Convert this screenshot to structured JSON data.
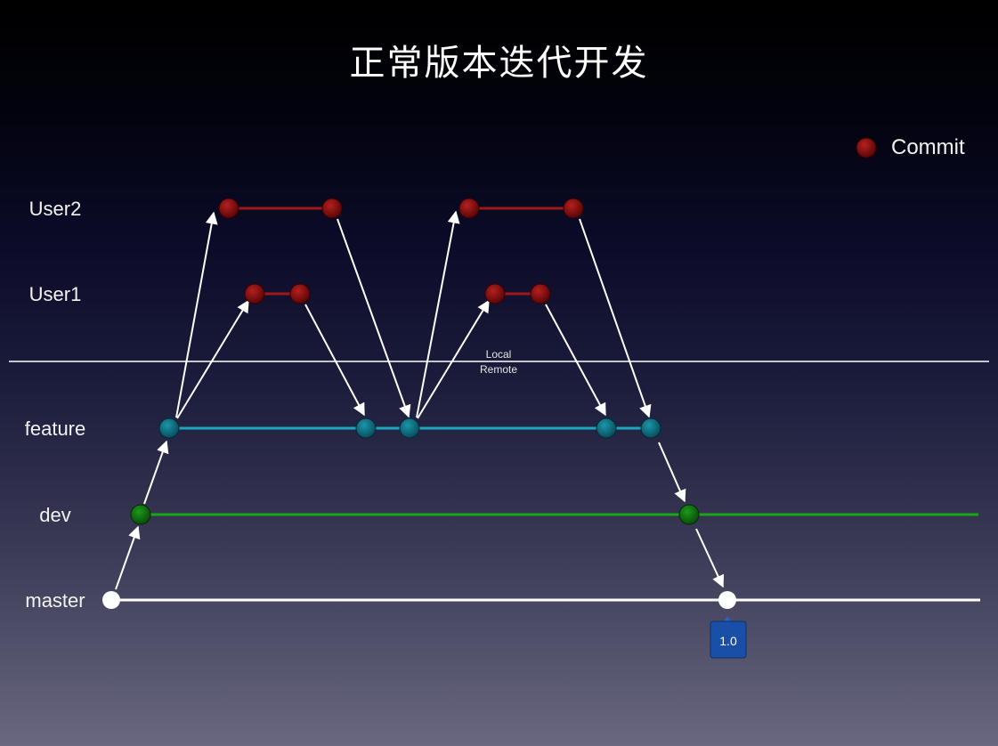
{
  "title": "正常版本迭代开发",
  "legend": {
    "label": "Commit",
    "color": "#7a0b0b"
  },
  "lanes": [
    {
      "id": "user2",
      "label": "User2",
      "color": "#7a0b0b",
      "line": "#a01818"
    },
    {
      "id": "user1",
      "label": "User1",
      "color": "#7a0b0b",
      "line": "#a01818"
    },
    {
      "id": "feature",
      "label": "feature",
      "color": "#0f6f82",
      "line": "#1aa8c0"
    },
    {
      "id": "dev",
      "label": "dev",
      "color": "#106a10",
      "line": "#17a617"
    },
    {
      "id": "master",
      "label": "master",
      "color": "#ffffff",
      "line": "#ffffff"
    }
  ],
  "divider": {
    "top_label": "Local",
    "bottom_label": "Remote"
  },
  "tag": {
    "label": "1.0",
    "color": "#1a4fa8"
  }
}
